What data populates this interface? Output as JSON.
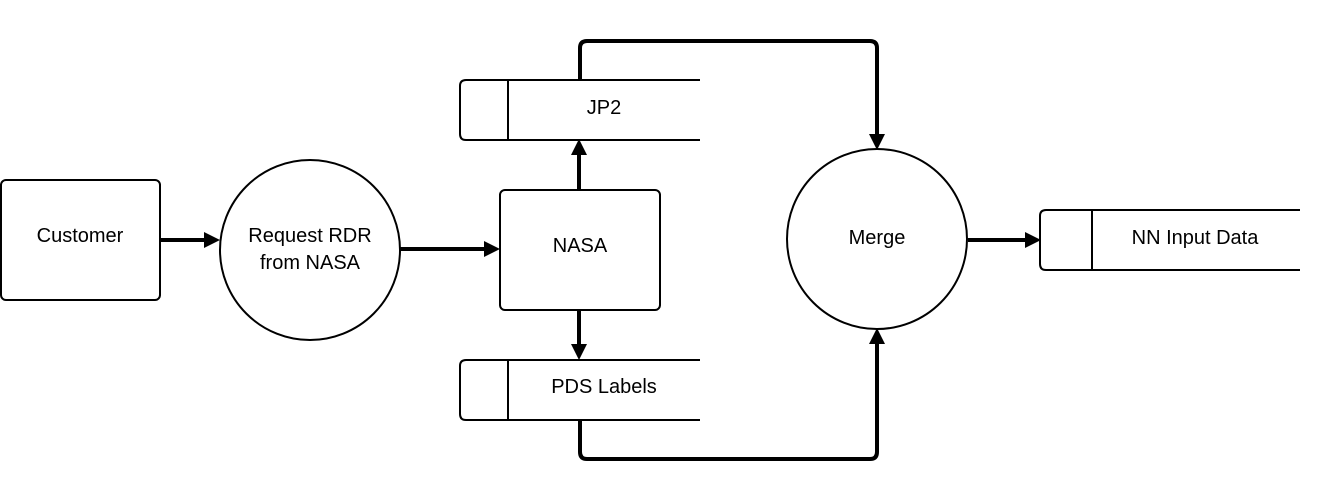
{
  "nodes": {
    "customer": {
      "label": "Customer"
    },
    "request": {
      "label_line1": "Request RDR",
      "label_line2": "from NASA"
    },
    "nasa": {
      "label": "NASA"
    },
    "jp2": {
      "label": "JP2"
    },
    "pds": {
      "label": "PDS Labels"
    },
    "merge": {
      "label": "Merge"
    },
    "nn": {
      "label": "NN Input Data"
    }
  },
  "colors": {
    "stroke": "#000000",
    "fill": "#ffffff"
  }
}
